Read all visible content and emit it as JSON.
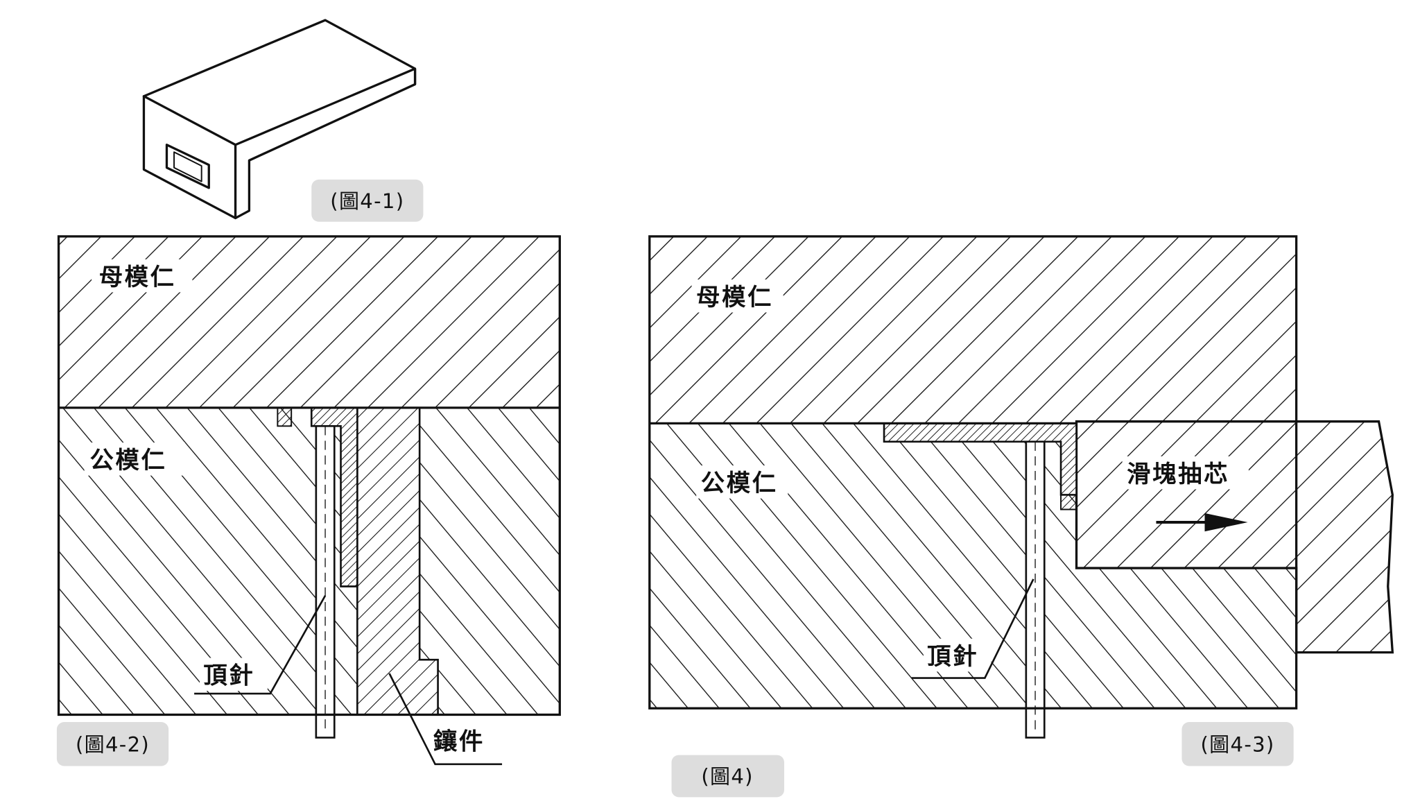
{
  "figures": {
    "fig1_caption": "(圖4-1)",
    "fig2_caption": "(圖4-2)",
    "fig3_caption": "(圖4-3)",
    "main_caption": "(圖4)"
  },
  "labels": {
    "cavity_left": "母模仁",
    "core_left": "公模仁",
    "ejector_left": "頂針",
    "insert": "鑲件",
    "cavity_right": "母模仁",
    "core_right": "公模仁",
    "ejector_right": "頂針",
    "slider": "滑塊抽芯"
  }
}
